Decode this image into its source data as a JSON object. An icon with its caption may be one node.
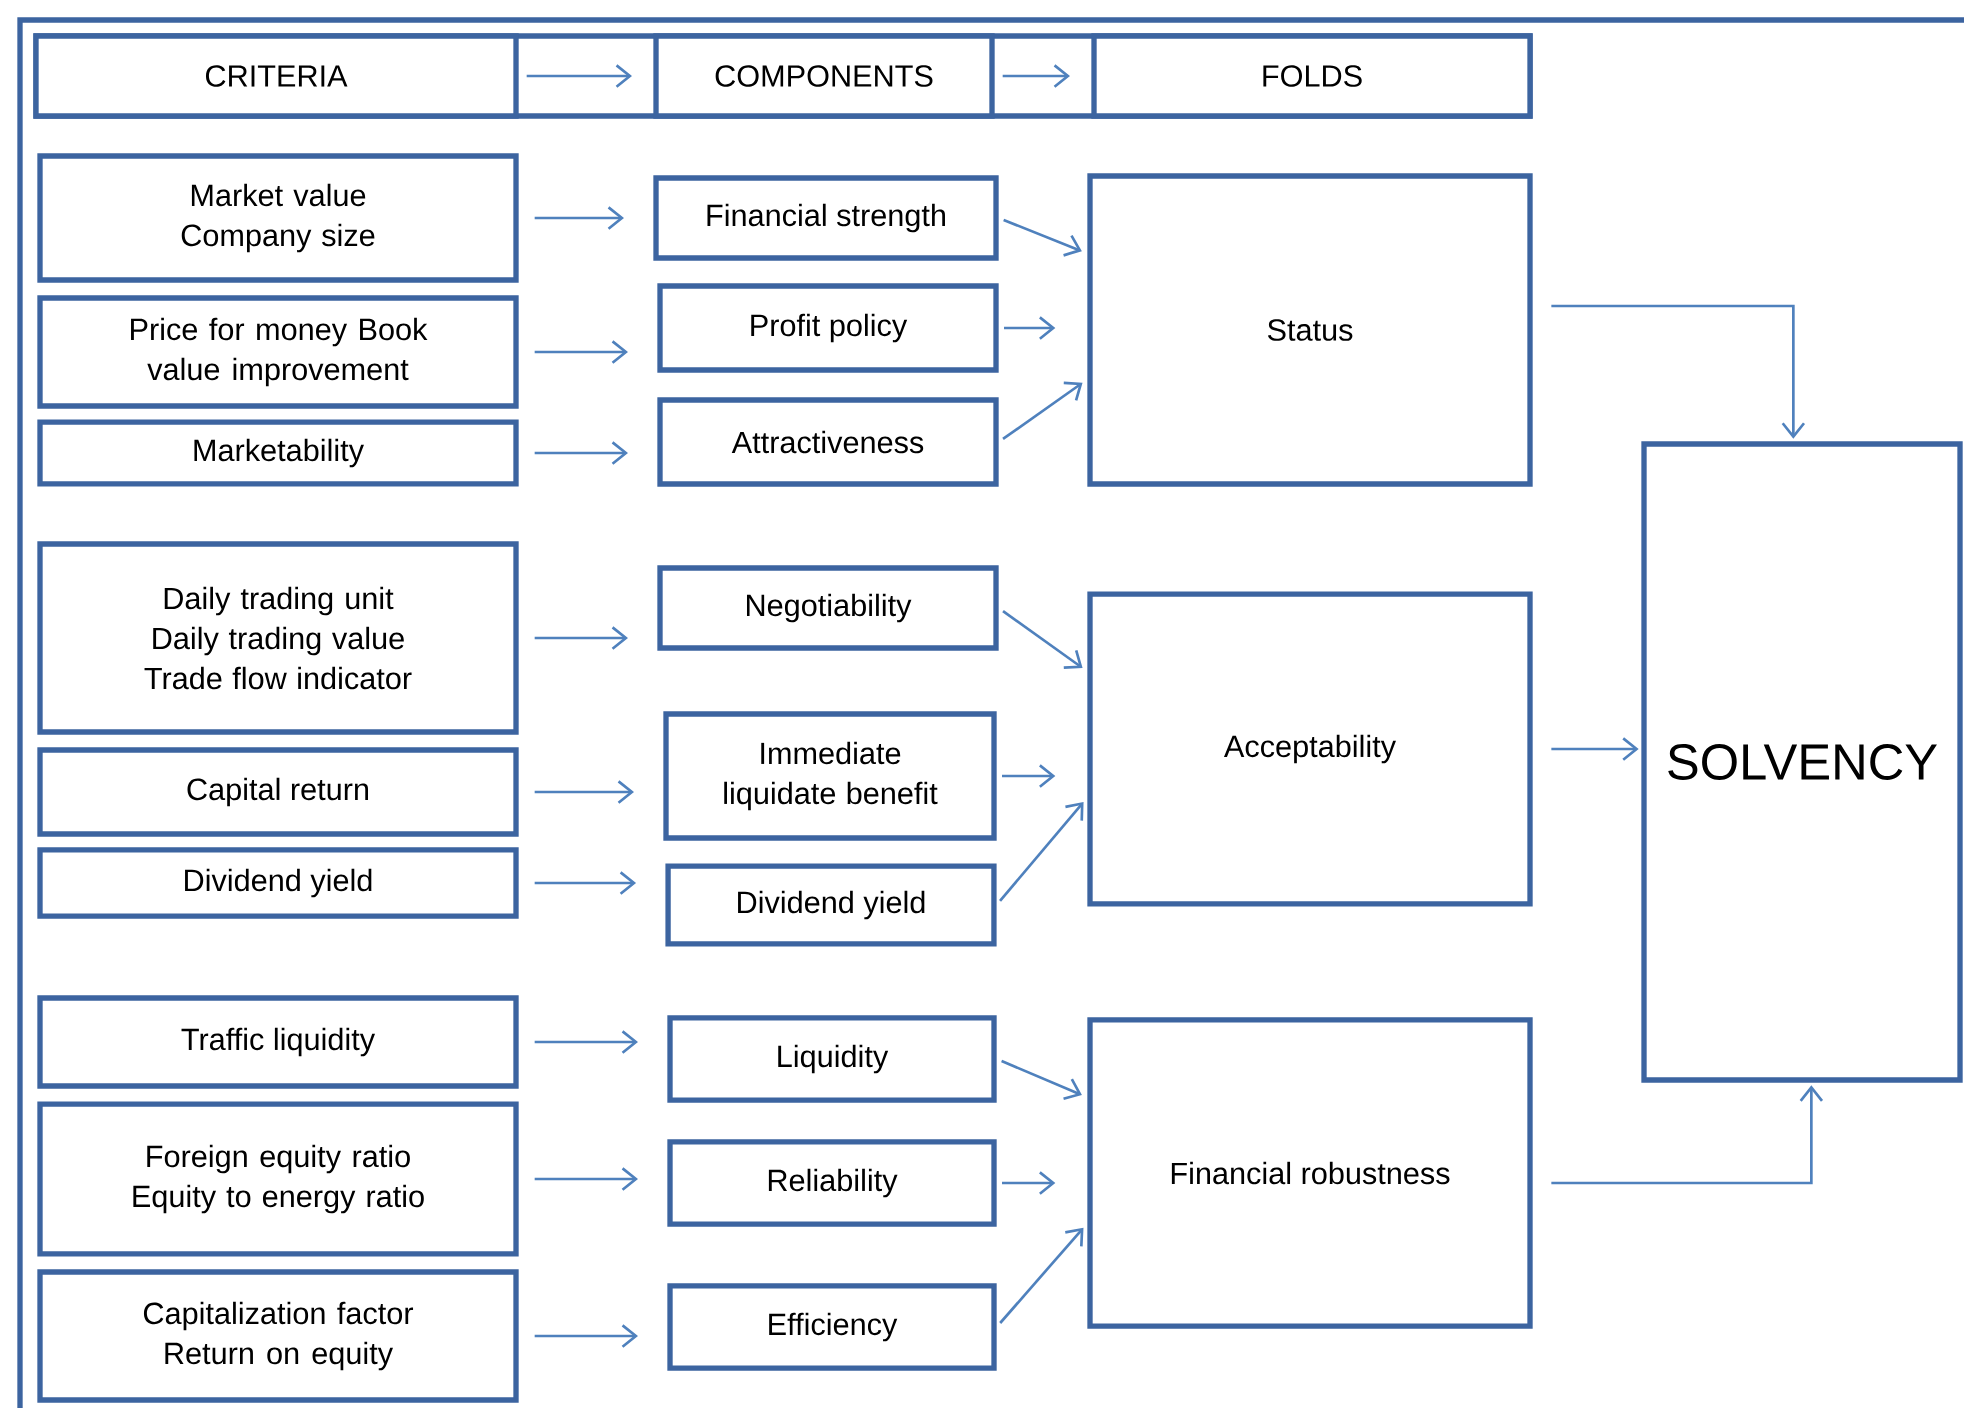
{
  "diagram": {
    "nodes": [
      {
        "text": [
          "CRITERIA"
        ]
      },
      {
        "text": [
          "COMPONENTS"
        ]
      },
      {
        "text": [
          "FOLDS"
        ]
      },
      {
        "text": [
          "Market value Company size"
        ]
      },
      {
        "text": [
          "Price for money Book value improvement"
        ]
      },
      {
        "text": [
          "Marketability"
        ]
      },
      {
        "text": [
          "Daily trading unit Daily trading value Trade flow indicator"
        ]
      },
      {
        "text": [
          "Capital return"
        ]
      },
      {
        "text": [
          "Dividend yield"
        ]
      },
      {
        "text": [
          "Traffic liquidity"
        ]
      },
      {
        "text": [
          "Foreign equity ratio Equity to energy ratio"
        ]
      },
      {
        "text": [
          "Capitalization factor Return on equity"
        ]
      },
      {
        "text": [
          "Financial strength"
        ]
      },
      {
        "text": [
          "Profit policy"
        ]
      },
      {
        "text": [
          "Attractiveness"
        ]
      },
      {
        "text": [
          "Negotiability"
        ]
      },
      {
        "text": [
          "Immediate liquidate benefit"
        ]
      },
      {
        "text": [
          "Dividend yield"
        ]
      },
      {
        "text": [
          "Liquidity"
        ]
      },
      {
        "text": [
          "Reliability"
        ]
      },
      {
        "text": [
          "Efficiency"
        ]
      },
      {
        "text": [
          "Status"
        ]
      },
      {
        "text": [
          "Acceptability"
        ]
      },
      {
        "text": [
          "Financial robustness"
        ]
      },
      {
        "text": [
          "SOLVENCY"
        ]
      }
    ],
    "edges": [
      {
        "from": 0,
        "to": 1,
        "arrow": "to"
      },
      {
        "from": 1,
        "to": 2,
        "arrow": "to"
      },
      {
        "from": 3,
        "to": 12,
        "arrow": "to"
      },
      {
        "from": 4,
        "to": 13,
        "arrow": "to"
      },
      {
        "from": 5,
        "to": 14,
        "arrow": "to"
      },
      {
        "from": 6,
        "to": 15,
        "arrow": "to"
      },
      {
        "from": 7,
        "to": 16,
        "arrow": "to"
      },
      {
        "from": 8,
        "to": 17,
        "arrow": "to"
      },
      {
        "from": 9,
        "to": 18,
        "arrow": "to"
      },
      {
        "from": 10,
        "to": 19,
        "arrow": "to"
      },
      {
        "from": 11,
        "to": 20,
        "arrow": "to"
      },
      {
        "from": 12,
        "to": 21,
        "arrow": "to"
      },
      {
        "from": 13,
        "to": 21,
        "arrow": "to"
      },
      {
        "from": 14,
        "to": 21,
        "arrow": "to"
      },
      {
        "from": 15,
        "to": 22,
        "arrow": "to"
      },
      {
        "from": 16,
        "to": 22,
        "arrow": "to"
      },
      {
        "from": 17,
        "to": 22,
        "arrow": "to"
      },
      {
        "from": 18,
        "to": 23,
        "arrow": "to"
      },
      {
        "from": 19,
        "to": 23,
        "arrow": "to"
      },
      {
        "from": 20,
        "to": 23,
        "arrow": "to"
      },
      {
        "from": 21,
        "to": 24,
        "arrow": "to"
      },
      {
        "from": 22,
        "to": 24,
        "arrow": "to"
      },
      {
        "from": 23,
        "to": 24,
        "arrow": "to"
      }
    ]
  }
}
